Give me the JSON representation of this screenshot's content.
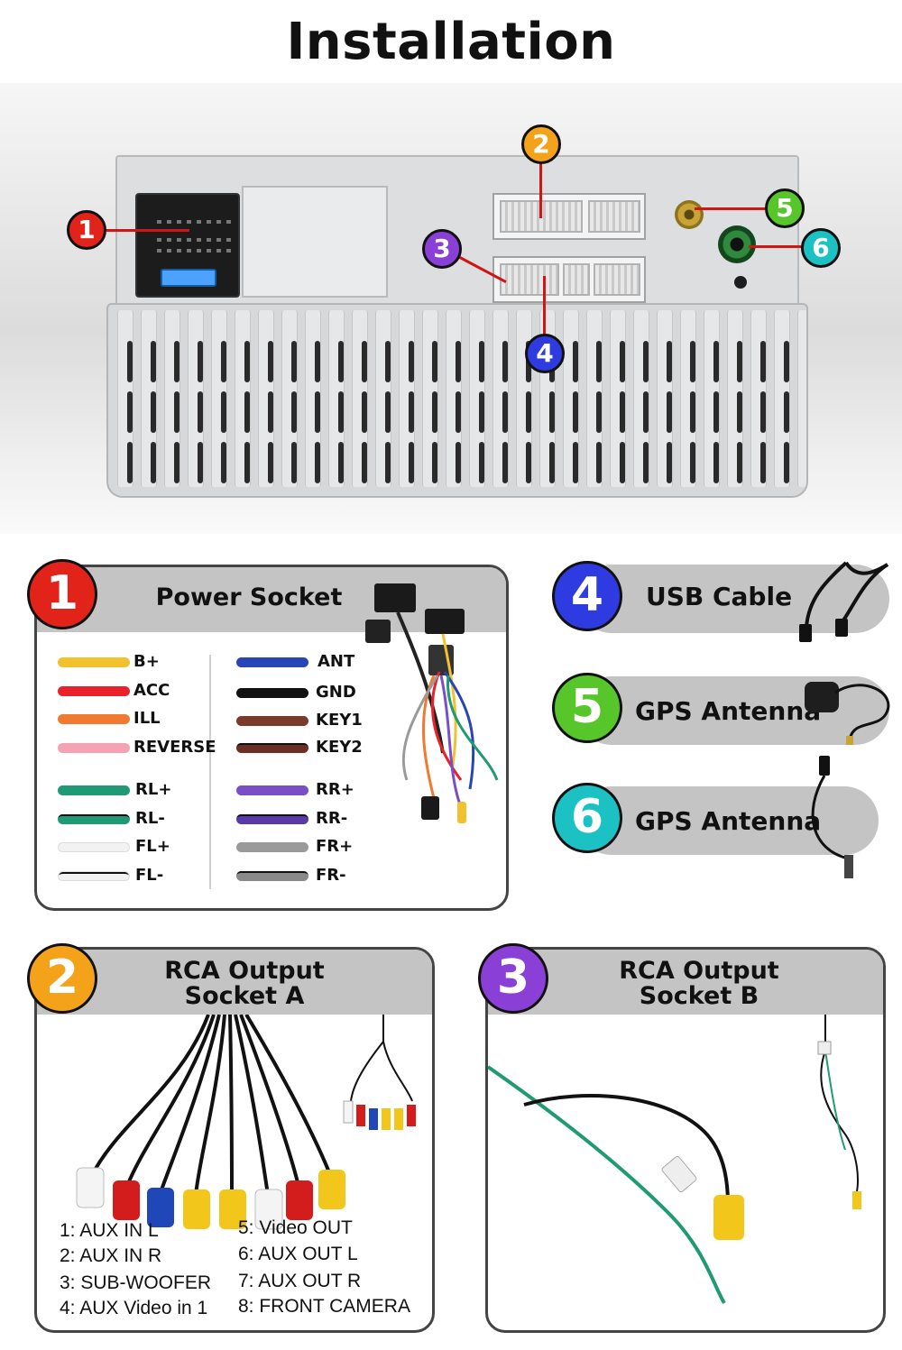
{
  "title": "Installation",
  "callouts": [
    "1",
    "2",
    "3",
    "4",
    "5",
    "6"
  ],
  "panels": {
    "power": {
      "number": "1",
      "title": "Power Socket"
    },
    "usb": {
      "number": "4",
      "title": "USB Cable"
    },
    "gps5": {
      "number": "5",
      "title": "GPS Antenna"
    },
    "gps6": {
      "number": "6",
      "title": "GPS Antenna"
    },
    "rca_a": {
      "number": "2",
      "title_line1": "RCA Output",
      "title_line2": "Socket A"
    },
    "rca_b": {
      "number": "3",
      "title_line1": "RCA Output",
      "title_line2": "Socket B"
    }
  },
  "wires_left": [
    {
      "label": "B+",
      "color": "#f2c12e"
    },
    {
      "label": "ACC",
      "color": "#e8212b"
    },
    {
      "label": "ILL",
      "color": "#f07a30"
    },
    {
      "label": "REVERSE",
      "color": "#f4a3b4"
    },
    {
      "label": "RL+",
      "color": "#1f9a73"
    },
    {
      "label": "RL-",
      "color": "#1f9a73"
    },
    {
      "label": "FL+",
      "color": "#f2f2f2"
    },
    {
      "label": "FL-",
      "color": "#f2f2f2"
    }
  ],
  "wires_right": [
    {
      "label": "ANT",
      "color": "#2845b8"
    },
    {
      "label": "GND",
      "color": "#111111"
    },
    {
      "label": "KEY1",
      "color": "#7a3a2c"
    },
    {
      "label": "KEY2",
      "color": "#6b2f25"
    },
    {
      "label": "RR+",
      "color": "#7a4fc6"
    },
    {
      "label": "RR-",
      "color": "#5a3aa6"
    },
    {
      "label": "FR+",
      "color": "#9a9a9a"
    },
    {
      "label": "FR-",
      "color": "#8a8a8a"
    }
  ],
  "rca_a_list": [
    "1: AUX IN L",
    "2: AUX IN R",
    "3: SUB-WOOFER",
    "4: AUX Video in 1",
    "5: Video OUT",
    "6: AUX OUT L",
    "7: AUX OUT R",
    "8: FRONT CAMERA"
  ],
  "colors": {
    "c1": "#e2231a",
    "c2": "#f5a21b",
    "c3": "#8a3fd6",
    "c4": "#2e3be0",
    "c5": "#56c62a",
    "c6": "#1cc2c3"
  }
}
